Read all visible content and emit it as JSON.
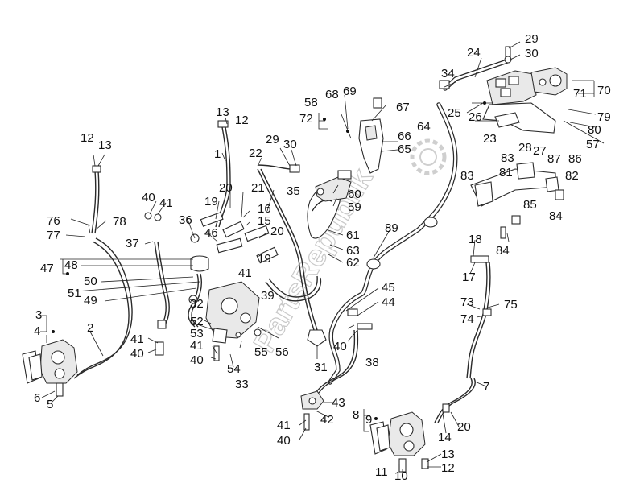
{
  "watermark": "PartsRepublik",
  "callouts": [
    {
      "key": "c29a",
      "text": "29"
    },
    {
      "key": "c30a",
      "text": "30"
    },
    {
      "key": "c24",
      "text": "24"
    },
    {
      "key": "c70",
      "text": "70"
    },
    {
      "key": "c34",
      "text": "34"
    },
    {
      "key": "c71",
      "text": "71"
    },
    {
      "key": "c68",
      "text": "68"
    },
    {
      "key": "c69",
      "text": "69"
    },
    {
      "key": "c58",
      "text": "58"
    },
    {
      "key": "c67",
      "text": "67"
    },
    {
      "key": "c72",
      "text": "72"
    },
    {
      "key": "c64",
      "text": "64"
    },
    {
      "key": "c25",
      "text": "25"
    },
    {
      "key": "c26",
      "text": "26"
    },
    {
      "key": "c79",
      "text": "79"
    },
    {
      "key": "c80",
      "text": "80"
    },
    {
      "key": "c13a",
      "text": "13"
    },
    {
      "key": "c12a",
      "text": "12"
    },
    {
      "key": "c66",
      "text": "66"
    },
    {
      "key": "c65",
      "text": "65"
    },
    {
      "key": "c23",
      "text": "23"
    },
    {
      "key": "c28",
      "text": "28"
    },
    {
      "key": "c27",
      "text": "27"
    },
    {
      "key": "c86",
      "text": "86"
    },
    {
      "key": "c87",
      "text": "87"
    },
    {
      "key": "c57",
      "text": "57"
    },
    {
      "key": "c12b",
      "text": "12"
    },
    {
      "key": "c13b",
      "text": "13"
    },
    {
      "key": "c1",
      "text": "1"
    },
    {
      "key": "c29b",
      "text": "29"
    },
    {
      "key": "c30b",
      "text": "30"
    },
    {
      "key": "c22",
      "text": "22"
    },
    {
      "key": "c83a",
      "text": "83"
    },
    {
      "key": "c82",
      "text": "82"
    },
    {
      "key": "c81",
      "text": "81"
    },
    {
      "key": "c83b",
      "text": "83"
    },
    {
      "key": "c60",
      "text": "60"
    },
    {
      "key": "c59",
      "text": "59"
    },
    {
      "key": "c20a",
      "text": "20"
    },
    {
      "key": "c21",
      "text": "21"
    },
    {
      "key": "c35",
      "text": "35"
    },
    {
      "key": "c40a",
      "text": "40"
    },
    {
      "key": "c41a",
      "text": "41"
    },
    {
      "key": "c19a",
      "text": "19"
    },
    {
      "key": "c16",
      "text": "16"
    },
    {
      "key": "c15",
      "text": "15"
    },
    {
      "key": "c85",
      "text": "85"
    },
    {
      "key": "c84a",
      "text": "84"
    },
    {
      "key": "c76",
      "text": "76"
    },
    {
      "key": "c78",
      "text": "78"
    },
    {
      "key": "c36",
      "text": "36"
    },
    {
      "key": "c20b",
      "text": "20"
    },
    {
      "key": "c77",
      "text": "77"
    },
    {
      "key": "c46",
      "text": "46"
    },
    {
      "key": "c89",
      "text": "89"
    },
    {
      "key": "c61",
      "text": "61"
    },
    {
      "key": "c63",
      "text": "63"
    },
    {
      "key": "c18",
      "text": "18"
    },
    {
      "key": "c37",
      "text": "37"
    },
    {
      "key": "c62",
      "text": "62"
    },
    {
      "key": "c84b",
      "text": "84"
    },
    {
      "key": "c19b",
      "text": "19"
    },
    {
      "key": "c47",
      "text": "47"
    },
    {
      "key": "c48",
      "text": "48"
    },
    {
      "key": "c17",
      "text": "17"
    },
    {
      "key": "c50",
      "text": "50"
    },
    {
      "key": "c41b",
      "text": "41"
    },
    {
      "key": "c51",
      "text": "51"
    },
    {
      "key": "c45",
      "text": "45"
    },
    {
      "key": "c49",
      "text": "49"
    },
    {
      "key": "c44",
      "text": "44"
    },
    {
      "key": "c39",
      "text": "39"
    },
    {
      "key": "c73",
      "text": "73"
    },
    {
      "key": "c75",
      "text": "75"
    },
    {
      "key": "c32",
      "text": "32"
    },
    {
      "key": "c74",
      "text": "74"
    },
    {
      "key": "c3",
      "text": "3"
    },
    {
      "key": "c4",
      "text": "4"
    },
    {
      "key": "c52",
      "text": "52"
    },
    {
      "key": "c2",
      "text": "2"
    },
    {
      "key": "c53",
      "text": "53"
    },
    {
      "key": "c41c",
      "text": "41"
    },
    {
      "key": "c41d",
      "text": "41"
    },
    {
      "key": "c55",
      "text": "55"
    },
    {
      "key": "c56",
      "text": "56"
    },
    {
      "key": "c40b",
      "text": "40"
    },
    {
      "key": "c40c",
      "text": "40"
    },
    {
      "key": "c38",
      "text": "38"
    },
    {
      "key": "c40d",
      "text": "40"
    },
    {
      "key": "c31",
      "text": "31"
    },
    {
      "key": "c54",
      "text": "54"
    },
    {
      "key": "c33",
      "text": "33"
    },
    {
      "key": "c6",
      "text": "6"
    },
    {
      "key": "c5",
      "text": "5"
    },
    {
      "key": "c7",
      "text": "7"
    },
    {
      "key": "c43",
      "text": "43"
    },
    {
      "key": "c8",
      "text": "8"
    },
    {
      "key": "c9",
      "text": "9"
    },
    {
      "key": "c42",
      "text": "42"
    },
    {
      "key": "c41e",
      "text": "41"
    },
    {
      "key": "c20c",
      "text": "20"
    },
    {
      "key": "c14",
      "text": "14"
    },
    {
      "key": "c40e",
      "text": "40"
    },
    {
      "key": "c13c",
      "text": "13"
    },
    {
      "key": "c12c",
      "text": "12"
    },
    {
      "key": "c11",
      "text": "11"
    },
    {
      "key": "c10",
      "text": "10"
    }
  ]
}
